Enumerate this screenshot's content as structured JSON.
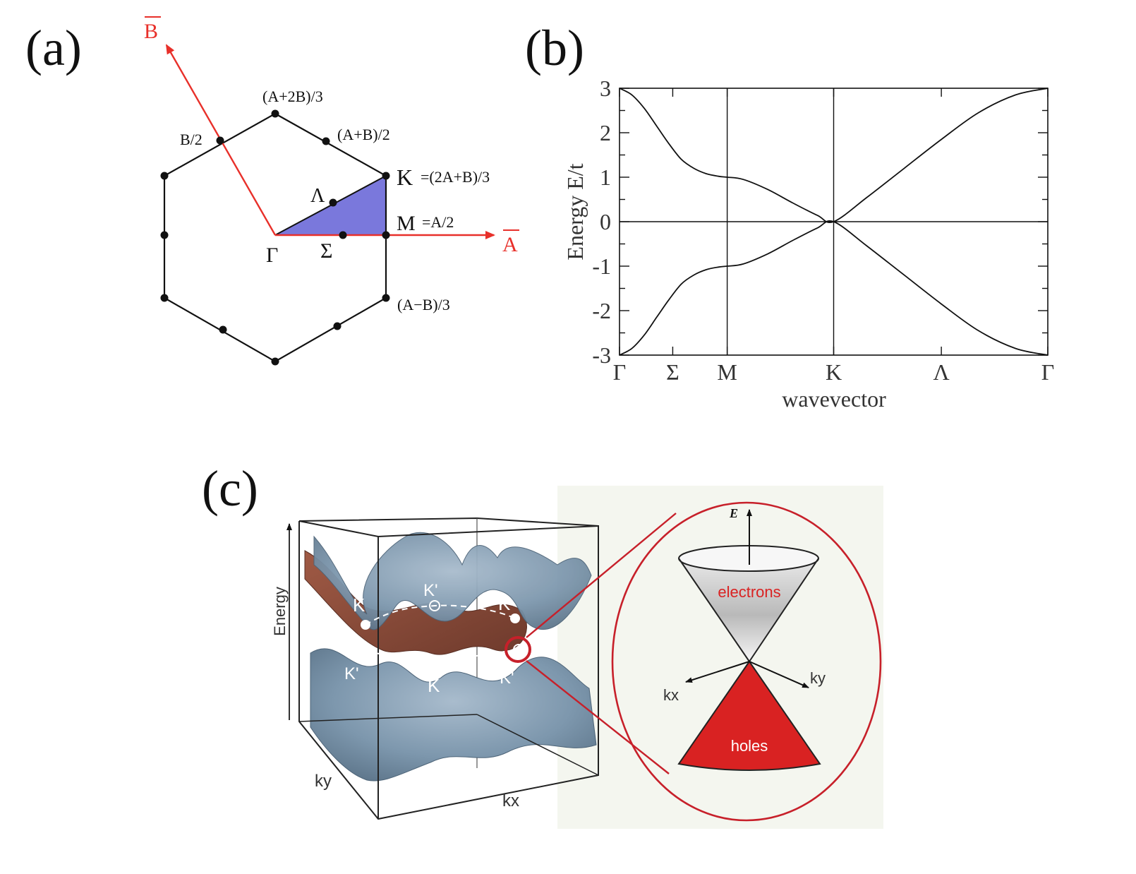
{
  "figure": {
    "panel_a": {
      "label": "(a)",
      "vector_A": "A",
      "vector_B": "B",
      "points": {
        "gamma": "Γ",
        "sigma": "Σ",
        "lambda": "Λ",
        "K": "K",
        "K_def": "=(2A+B)/3",
        "M": "M",
        "M_def": "=A/2",
        "A2B3": "(A+2B)/3",
        "AB2": "(A+B)/2",
        "B2": "B/2",
        "AmB3": "(A−B)/3"
      },
      "colors": {
        "vector": "#e8302a",
        "wedge": "#7a78dc"
      }
    },
    "panel_b": {
      "label": "(b)",
      "chart_data": {
        "type": "line",
        "xlabel": "wavevector",
        "ylabel": "Energy E/t",
        "ylim": [
          -3,
          3
        ],
        "yticks": [
          "3",
          "2",
          "1",
          "0",
          "-1",
          "-2",
          "-3"
        ],
        "xtick_labels": [
          "Γ",
          "Σ",
          "M",
          "K",
          "Λ",
          "Γ"
        ],
        "grid_lines_at": [
          "M",
          "K"
        ],
        "series": [
          {
            "values": [
              {
                "x": 0,
                "y": 3.0
              },
              {
                "x": 0.1,
                "y": 2.85
              },
              {
                "x": 0.2,
                "y": 2.55
              },
              {
                "x": 0.3,
                "y": 2.15
              },
              {
                "x": 0.4,
                "y": 1.75
              },
              {
                "x": 0.5,
                "y": 1.4
              },
              {
                "x": 0.6,
                "y": 1.2
              },
              {
                "x": 0.7,
                "y": 1.08
              },
              {
                "x": 0.8,
                "y": 1.02
              },
              {
                "x": 0.87,
                "y": 1.0
              },
              {
                "x": 1.0,
                "y": 0.95
              },
              {
                "x": 1.2,
                "y": 0.72
              },
              {
                "x": 1.4,
                "y": 0.42
              },
              {
                "x": 1.6,
                "y": 0.14
              },
              {
                "x": 1.73,
                "y": 0.0
              },
              {
                "x": 2.0,
                "y": 0.55
              },
              {
                "x": 2.3,
                "y": 1.2
              },
              {
                "x": 2.6,
                "y": 1.85
              },
              {
                "x": 2.9,
                "y": 2.45
              },
              {
                "x": 3.2,
                "y": 2.85
              },
              {
                "x": 3.46,
                "y": 3.0
              }
            ]
          },
          {
            "values": [
              {
                "x": 0,
                "y": -3.0
              },
              {
                "x": 0.1,
                "y": -2.85
              },
              {
                "x": 0.2,
                "y": -2.55
              },
              {
                "x": 0.3,
                "y": -2.15
              },
              {
                "x": 0.4,
                "y": -1.75
              },
              {
                "x": 0.5,
                "y": -1.4
              },
              {
                "x": 0.6,
                "y": -1.2
              },
              {
                "x": 0.7,
                "y": -1.08
              },
              {
                "x": 0.8,
                "y": -1.02
              },
              {
                "x": 0.87,
                "y": -1.0
              },
              {
                "x": 1.0,
                "y": -0.95
              },
              {
                "x": 1.2,
                "y": -0.72
              },
              {
                "x": 1.4,
                "y": -0.42
              },
              {
                "x": 1.6,
                "y": -0.14
              },
              {
                "x": 1.73,
                "y": 0.0
              },
              {
                "x": 2.0,
                "y": -0.55
              },
              {
                "x": 2.3,
                "y": -1.2
              },
              {
                "x": 2.6,
                "y": -1.85
              },
              {
                "x": 2.9,
                "y": -2.45
              },
              {
                "x": 3.2,
                "y": -2.85
              },
              {
                "x": 3.46,
                "y": -3.0
              }
            ]
          }
        ],
        "xtick_positions": [
          0,
          0.43,
          0.87,
          1.73,
          2.6,
          3.46
        ],
        "xlim": [
          0,
          3.46
        ]
      }
    },
    "panel_c": {
      "label": "(c)",
      "axis_energy": "Energy",
      "axis_ky": "ky",
      "axis_kx": "kx",
      "valleys": {
        "K": "K",
        "Kp": "K'"
      },
      "cone": {
        "E": "E",
        "electrons": "electrons",
        "holes": "holes",
        "kx": "kx",
        "ky": "ky"
      },
      "colors": {
        "surface": "#7d97ad",
        "surface_dark": "#4d6478",
        "under": "#8a4e3c",
        "ring": "#c7202a",
        "holes": "#d92222"
      }
    }
  }
}
